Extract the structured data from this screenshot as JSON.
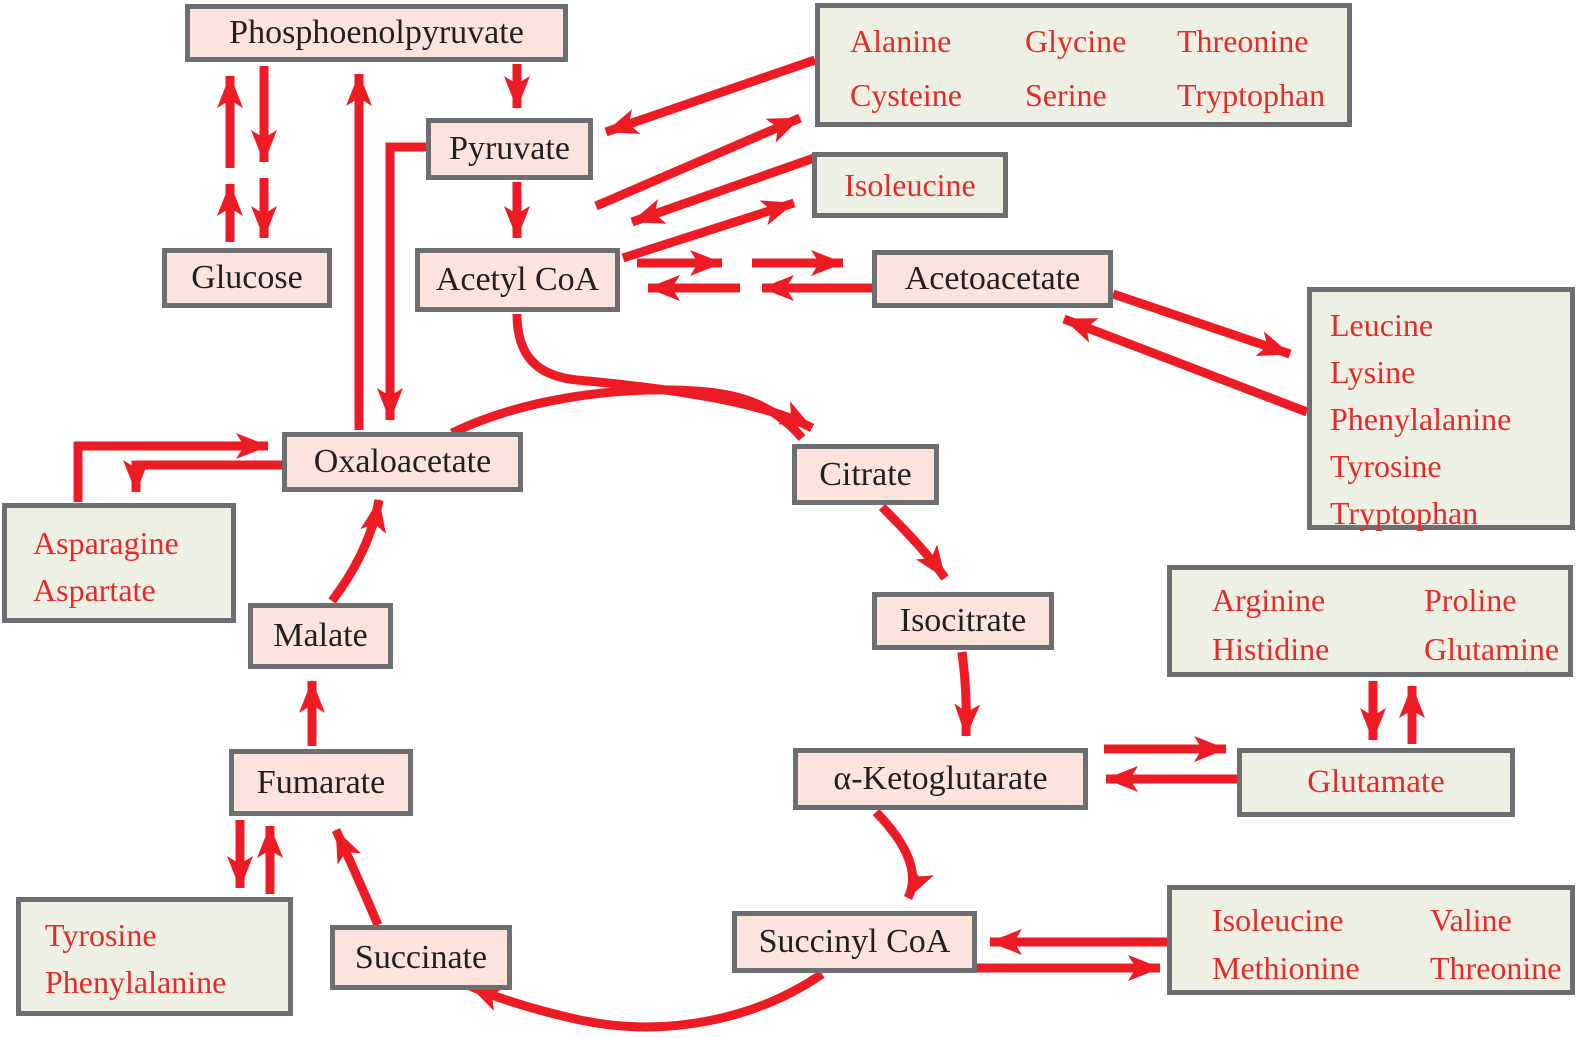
{
  "colors": {
    "arrow_red": "#ed1c24",
    "amino_red": "#e32b2b",
    "metab_fill": "#fce4dc",
    "amino_fill": "#eef0e3",
    "border_gray": "#6d6e71",
    "metab_text": "#231f20"
  },
  "metabolites": {
    "pep": "Phosphoenolpyruvate",
    "glucose": "Glucose",
    "pyruvate": "Pyruvate",
    "acetyl_coa": "Acetyl CoA",
    "acetoacetate": "Acetoacetate",
    "oxaloacetate": "Oxaloacetate",
    "citrate": "Citrate",
    "isocitrate": "Isocitrate",
    "alpha_ketoglutarate": "α-Ketoglutarate",
    "succinyl_coa": "Succinyl CoA",
    "succinate": "Succinate",
    "fumarate": "Fumarate",
    "malate": "Malate"
  },
  "amino_acid_groups": {
    "pyruvate_group": {
      "items": [
        "Alanine",
        "Glycine",
        "Threonine",
        "Cysteine",
        "Serine",
        "Tryptophan"
      ]
    },
    "acetyl_coa_group": {
      "items": [
        "Isoleucine"
      ]
    },
    "acetoacetate_group": {
      "items": [
        "Leucine",
        "Lysine",
        "Phenylalanine",
        "Tyrosine",
        "Tryptophan"
      ]
    },
    "oxaloacetate_group": {
      "items": [
        "Asparagine",
        "Aspartate"
      ]
    },
    "glutamate_group": {
      "items": [
        "Arginine",
        "Proline",
        "Histidine",
        "Glutamine"
      ]
    },
    "glutamate": {
      "items": [
        "Glutamate"
      ]
    },
    "fumarate_group": {
      "items": [
        "Tyrosine",
        "Phenylalanine"
      ]
    },
    "succinyl_coa_group": {
      "items": [
        "Isoleucine",
        "Valine",
        "Methionine",
        "Threonine"
      ]
    }
  },
  "connections": [
    "Glucose ⇄ Phosphoenolpyruvate (two reversible steps)",
    "Oxaloacetate → Phosphoenolpyruvate",
    "Phosphoenolpyruvate → Pyruvate",
    "Pyruvate → Acetyl CoA",
    "Pyruvate → Oxaloacetate",
    "Alanine/Glycine/Threonine/Cysteine/Serine/Tryptophan ⇄ Pyruvate",
    "Isoleucine ⇄ Acetyl CoA",
    "Acetyl CoA ⇄ Acetoacetate (two reversible steps)",
    "Acetoacetate ⇄ Leucine/Lysine/Phenylalanine/Tyrosine/Tryptophan",
    "Asparagine/Aspartate ⇄ Oxaloacetate",
    "Acetyl CoA + Oxaloacetate → Citrate",
    "Citrate → Isocitrate",
    "Isocitrate → α-Ketoglutarate",
    "α-Ketoglutarate ⇄ Glutamate",
    "Glutamate ⇄ Arginine/Proline/Histidine/Glutamine",
    "α-Ketoglutarate → Succinyl CoA",
    "Isoleucine/Valine/Methionine/Threonine ⇄ Succinyl CoA",
    "Succinyl CoA → Succinate",
    "Succinate → Fumarate",
    "Tyrosine/Phenylalanine ⇄ Fumarate",
    "Fumarate → Malate",
    "Malate → Oxaloacetate"
  ]
}
